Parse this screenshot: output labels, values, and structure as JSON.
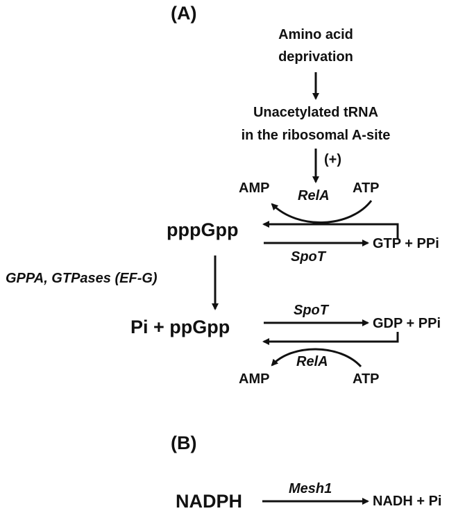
{
  "panel_a": {
    "label": "(A)",
    "amino_line1": "Amino acid",
    "amino_line2": "deprivation",
    "trna_line1": "Unacetylated tRNA",
    "trna_line2": "in the ribosomal A-site",
    "activation": "(+)",
    "top_amp": "AMP",
    "top_rela": "RelA",
    "top_atp": "ATP",
    "pppgpp": "pppGpp",
    "gtp_ppi": "GTP + PPi",
    "spot_upper": "SpoT",
    "side_enzymes": "GPPA, GTPases (EF-G)",
    "ppgpp": "Pi + ppGpp",
    "spot_lower": "SpoT",
    "gdp_ppi": "GDP + PPi",
    "bottom_rela": "RelA",
    "bottom_amp": "AMP",
    "bottom_atp": "ATP"
  },
  "panel_b": {
    "label": "(B)",
    "nadph": "NADPH",
    "enzyme": "Mesh1",
    "products": "NADH + Pi"
  },
  "colors": {
    "text": "#111111",
    "arrow": "#111111",
    "background": "#ffffff"
  }
}
